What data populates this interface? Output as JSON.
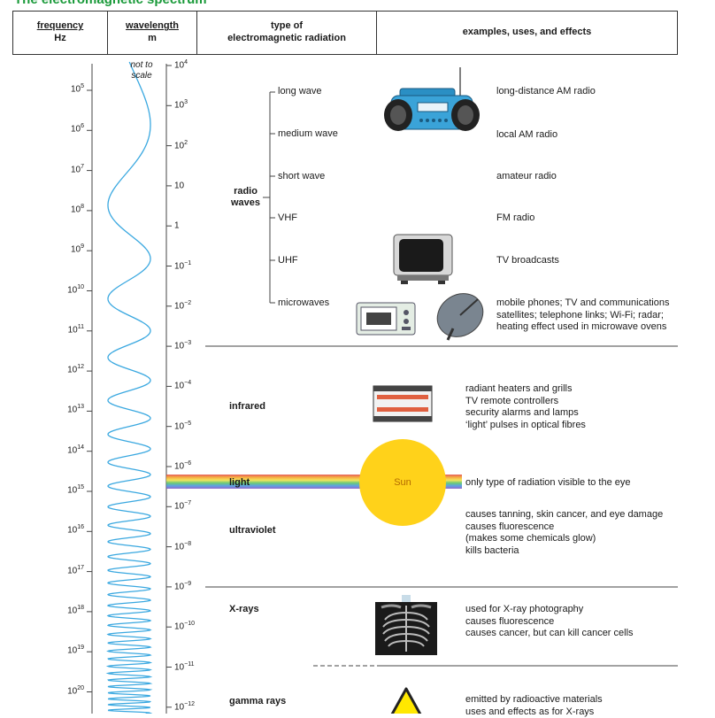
{
  "title": "The electromagnetic spectrum",
  "header": {
    "frequency": "frequency",
    "frequency_unit": "Hz",
    "wavelength": "wavelength",
    "wavelength_unit": "m",
    "type_line1": "type of",
    "type_line2": "electromagnetic radiation",
    "examples": "examples, uses, and effects"
  },
  "scale_note_1": "not to",
  "scale_note_2": "scale",
  "frequency_ticks": [
    {
      "base": "10",
      "exp": "5"
    },
    {
      "base": "10",
      "exp": "6"
    },
    {
      "base": "10",
      "exp": "7"
    },
    {
      "base": "10",
      "exp": "8"
    },
    {
      "base": "10",
      "exp": "9"
    },
    {
      "base": "10",
      "exp": "10"
    },
    {
      "base": "10",
      "exp": "11"
    },
    {
      "base": "10",
      "exp": "12"
    },
    {
      "base": "10",
      "exp": "13"
    },
    {
      "base": "10",
      "exp": "14"
    },
    {
      "base": "10",
      "exp": "15"
    },
    {
      "base": "10",
      "exp": "16"
    },
    {
      "base": "10",
      "exp": "17"
    },
    {
      "base": "10",
      "exp": "18"
    },
    {
      "base": "10",
      "exp": "19"
    },
    {
      "base": "10",
      "exp": "20"
    }
  ],
  "wavelength_ticks": [
    {
      "base": "10",
      "exp": "4"
    },
    {
      "base": "10",
      "exp": "3"
    },
    {
      "base": "10",
      "exp": "2"
    },
    {
      "base": "10",
      "exp": ""
    },
    {
      "base": "1",
      "exp": ""
    },
    {
      "base": "10",
      "exp": "−1"
    },
    {
      "base": "10",
      "exp": "−2"
    },
    {
      "base": "10",
      "exp": "−3"
    },
    {
      "base": "10",
      "exp": "−4"
    },
    {
      "base": "10",
      "exp": "−5"
    },
    {
      "base": "10",
      "exp": "−6"
    },
    {
      "base": "10",
      "exp": "−7"
    },
    {
      "base": "10",
      "exp": "−8"
    },
    {
      "base": "10",
      "exp": "−9"
    },
    {
      "base": "10",
      "exp": "−10"
    },
    {
      "base": "10",
      "exp": "−11"
    },
    {
      "base": "10",
      "exp": "−12"
    }
  ],
  "radio": {
    "label_1": "radio",
    "label_2": "waves",
    "bands": [
      "long wave",
      "medium wave",
      "short wave",
      "VHF",
      "UHF",
      "microwaves"
    ],
    "uses": [
      "long-distance AM radio",
      "local AM radio",
      "amateur radio",
      "FM radio",
      "TV broadcasts"
    ],
    "microwave_uses": [
      "mobile phones; TV and communications",
      "satellites; telephone links; Wi-Fi; radar;",
      "heating effect used in microwave ovens"
    ]
  },
  "infrared": {
    "label": "infrared",
    "uses": [
      "radiant heaters and grills",
      "TV remote controllers",
      "security alarms and lamps",
      "‘light’ pulses in optical fibres"
    ]
  },
  "light": {
    "label": "light",
    "sun_label": "Sun",
    "uses": "only type of radiation visible to the eye"
  },
  "ultraviolet": {
    "label": "ultraviolet",
    "uses": [
      "causes tanning, skin cancer, and eye damage",
      "causes fluorescence",
      "(makes some chemicals glow)",
      "kills bacteria"
    ]
  },
  "xrays": {
    "label": "X-rays",
    "uses": [
      "used for X-ray photography",
      "causes fluorescence",
      "causes cancer, but can kill cancer cells"
    ]
  },
  "gamma": {
    "label": "gamma rays",
    "uses": [
      "emitted by radioactive materials",
      "uses and effects as for X-rays"
    ]
  },
  "colors": {
    "title": "#1a9a3a",
    "wave": "#3aa8e0",
    "sun": "#ffd21a",
    "warning": "#ffe800"
  },
  "icons": [
    "radio-icon",
    "tv-icon",
    "microwave-oven-icon",
    "satellite-dish-icon",
    "heater-icon",
    "sun-icon",
    "xray-chest-icon",
    "radiation-warning-icon"
  ]
}
